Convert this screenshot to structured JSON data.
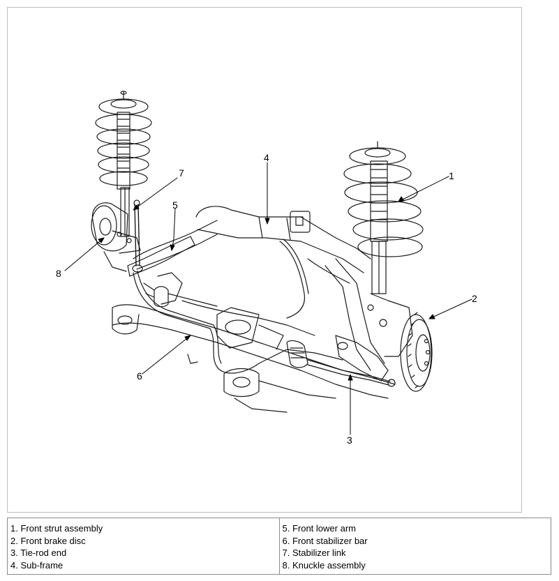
{
  "callouts": {
    "c1": "1",
    "c2": "2",
    "c3": "3",
    "c4": "4",
    "c5": "5",
    "c6": "6",
    "c7": "7",
    "c8": "8"
  },
  "legend": {
    "left": [
      "1. Front strut assembly",
      "2. Front brake disc",
      "3. Tie-rod end",
      "4. Sub-frame"
    ],
    "right": [
      "5. Front lower arm",
      "6. Front stabilizer bar",
      "7. Stabilizer link",
      "8. Knuckle assembly"
    ]
  },
  "colors": {
    "line": "#1a1a1a",
    "border": "#8a8a8a",
    "frame": "#bdbdbd"
  }
}
